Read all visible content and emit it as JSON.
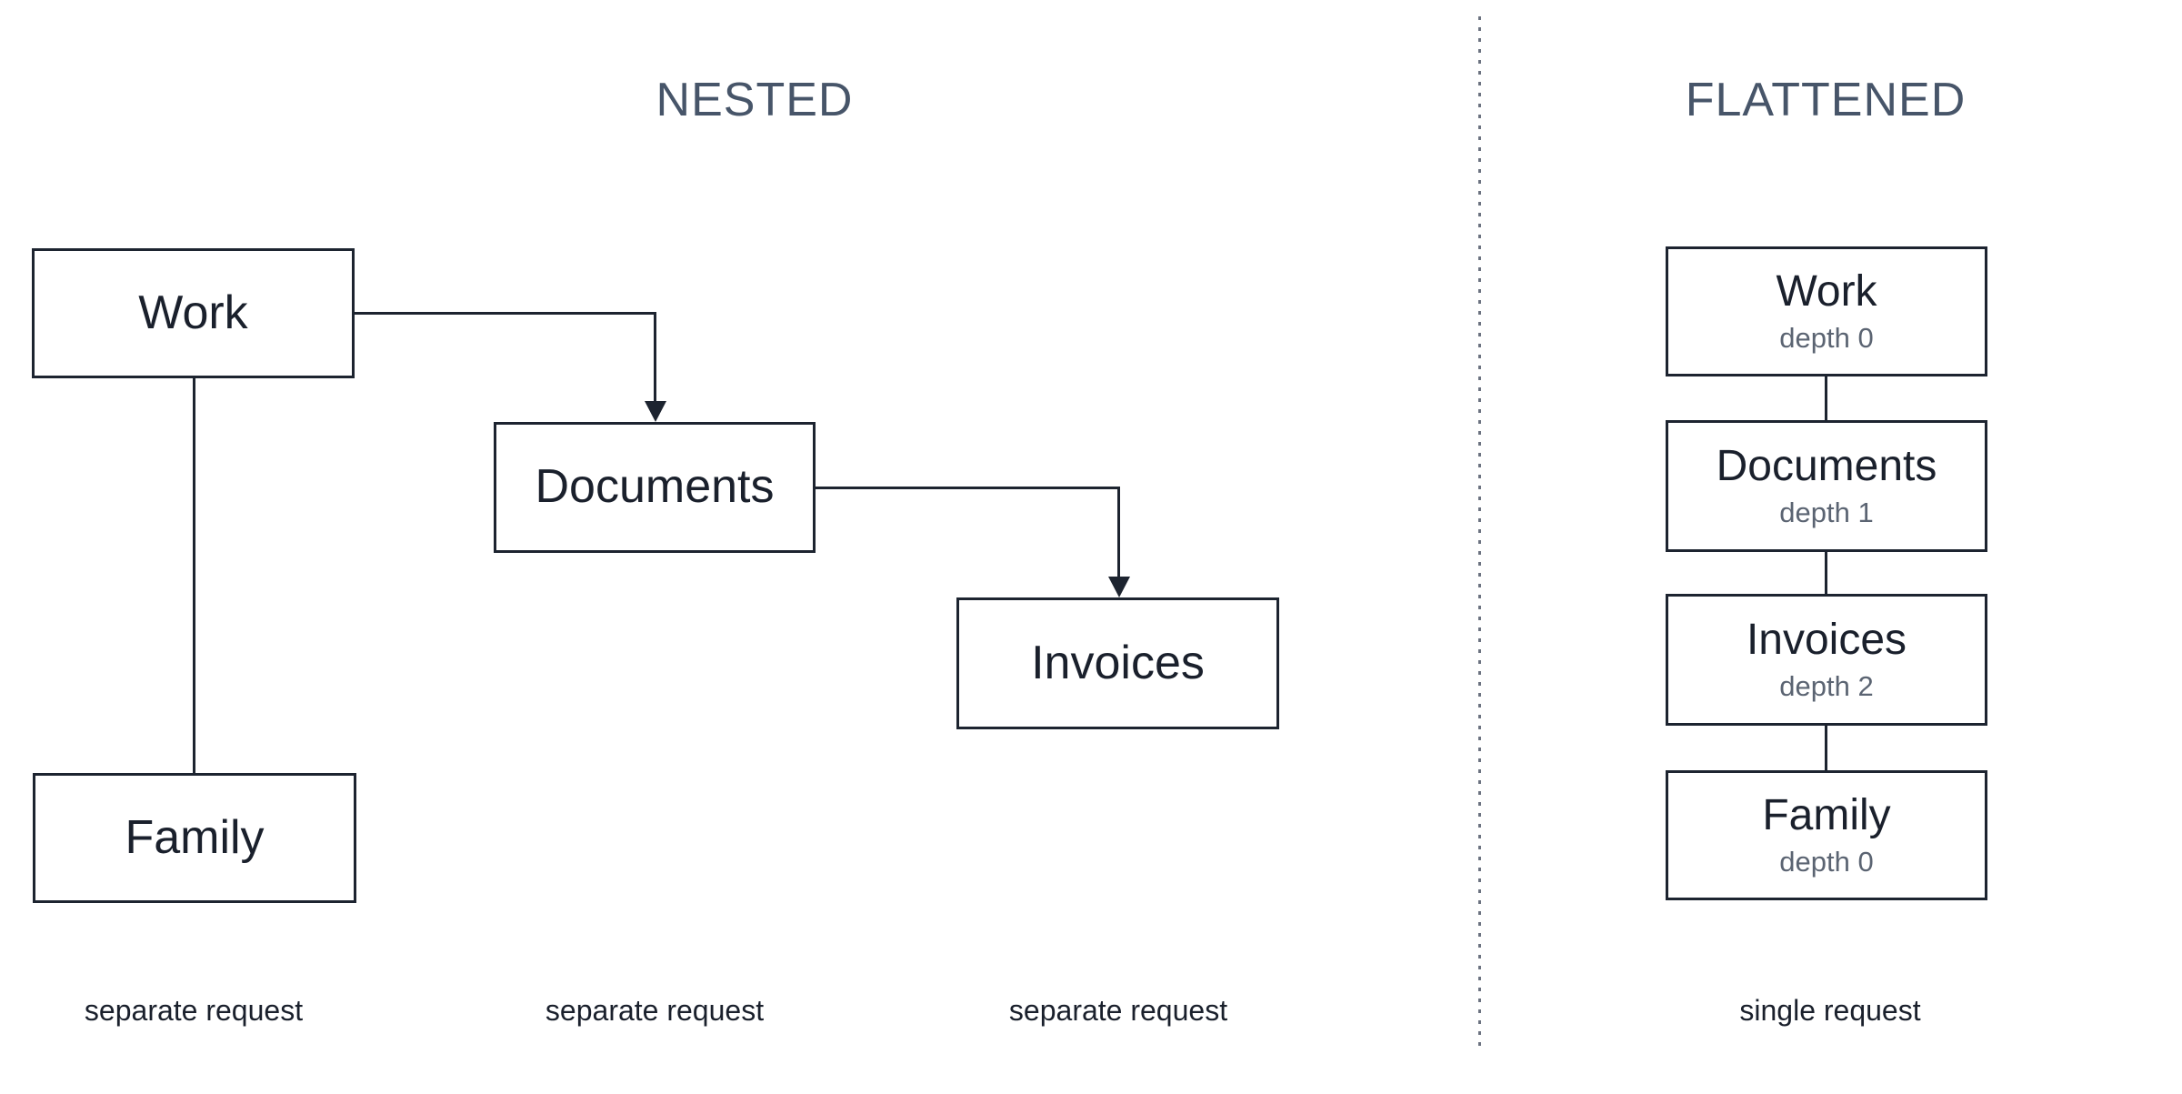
{
  "diagram": {
    "nested": {
      "title": "NESTED",
      "boxes": [
        {
          "label": "Work"
        },
        {
          "label": "Documents"
        },
        {
          "label": "Invoices"
        },
        {
          "label": "Family"
        }
      ],
      "footer_labels": [
        "separate request",
        "separate request",
        "separate request"
      ]
    },
    "flattened": {
      "title": "FLATTENED",
      "boxes": [
        {
          "label": "Work",
          "depth": "depth 0"
        },
        {
          "label": "Documents",
          "depth": "depth 1"
        },
        {
          "label": "Invoices",
          "depth": "depth 2"
        },
        {
          "label": "Family",
          "depth": "depth 0"
        }
      ],
      "footer_label": "single request"
    },
    "colors": {
      "line": "#1d2430",
      "title_text": "#475569",
      "depth_text": "#5b6472",
      "divider": "#6b7280",
      "background": "#ffffff"
    }
  }
}
